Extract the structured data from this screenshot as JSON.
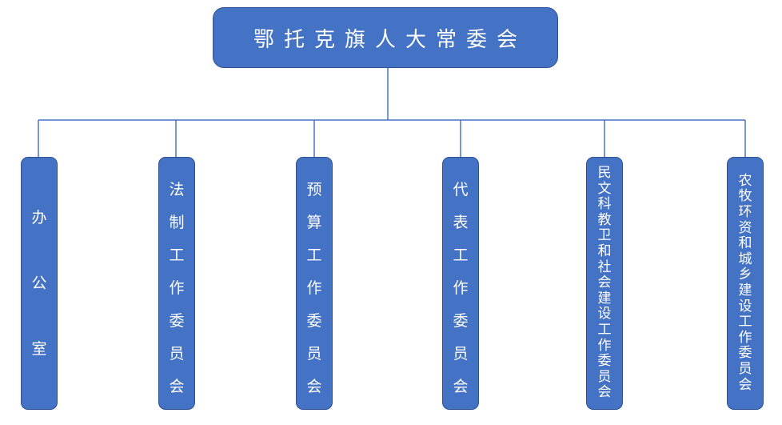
{
  "org_chart": {
    "root": {
      "label": "鄂托克旗人大常委会"
    },
    "departments": [
      {
        "label": "办\n公\n室"
      },
      {
        "label": "法\n制\n工\n作\n委\n员\n会"
      },
      {
        "label": "预\n算\n工\n作\n委\n员\n会"
      },
      {
        "label": "代\n表\n工\n作\n委\n员\n会"
      },
      {
        "label": "民\n文\n科\n教\n卫\n和\n社\n会\n建\n设\n工\n作\n委\n员\n会"
      },
      {
        "label": "农\n牧\n环\n资\n和\n城\n乡\n建\n设\n工\n作\n委\n员\n会"
      }
    ]
  },
  "colors": {
    "box_fill": "#4472c4",
    "box_border": "#2f528f",
    "connector": "#4a72c4",
    "text": "#ffffff"
  }
}
